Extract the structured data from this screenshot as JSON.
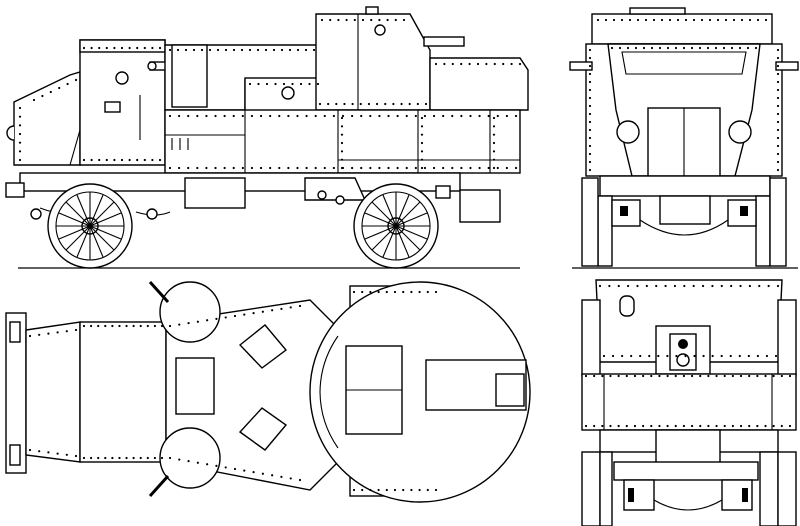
{
  "figure": {
    "kind": "armored-car-blueprint",
    "views": [
      {
        "id": "side",
        "label": ""
      },
      {
        "id": "front",
        "label": ""
      },
      {
        "id": "top",
        "label": ""
      },
      {
        "id": "rear",
        "label": ""
      }
    ],
    "colors": {
      "ink": "#000000",
      "paper": "#ffffff",
      "shade": "#e6e6e6"
    }
  }
}
